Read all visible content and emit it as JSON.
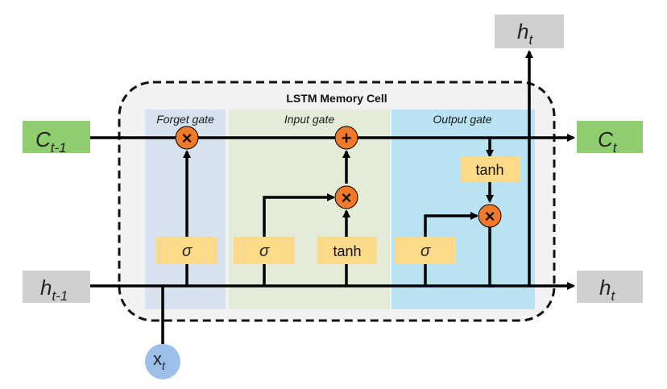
{
  "diagram": {
    "title": "LSTM Memory Cell",
    "gates": {
      "forget": "Forget gate",
      "input": "Input gate",
      "output": "Output gate"
    },
    "inputs": {
      "c_prev": {
        "base": "C",
        "sub": "t-1"
      },
      "h_prev": {
        "base": "h",
        "sub": "t-1"
      },
      "x": {
        "base": "x",
        "sub": "t"
      }
    },
    "outputs": {
      "c_out": {
        "base": "C",
        "sub": "t"
      },
      "h_out": {
        "base": "h",
        "sub": "t"
      },
      "h_top": {
        "base": "h",
        "sub": "t"
      }
    },
    "activations": {
      "sigma": "σ",
      "tanh": "tanh"
    },
    "operators": {
      "multiply": "×",
      "add": "+"
    },
    "colors": {
      "cell_state_box": "#8fce6e",
      "hidden_box": "#cfcfcf",
      "activation_box": "#fdd98a",
      "operator": "#f07a2a",
      "forget_region": "#d6e2ee",
      "input_region": "#e4ecd8",
      "output_region": "#b9e3f2",
      "x_circle": "#9cc0ea"
    }
  }
}
